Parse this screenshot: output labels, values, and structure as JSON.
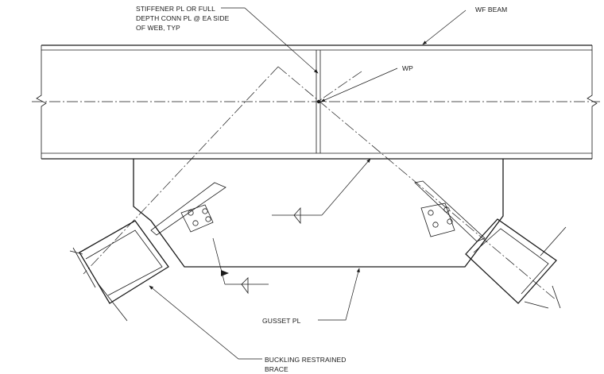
{
  "labels": {
    "stiffener_1": "STIFFENER PL OR FULL",
    "stiffener_2": "DEPTH CONN PL @ EA SIDE",
    "stiffener_3": "OF WEB, TYP",
    "wf_beam": "WF BEAM",
    "wp": "WP",
    "gusset": "GUSSET PL",
    "brace_1": "BUCKLING RESTRAINED",
    "brace_2": "BRACE"
  },
  "colors": {
    "line": "#1a1a1a",
    "background": "#ffffff"
  }
}
